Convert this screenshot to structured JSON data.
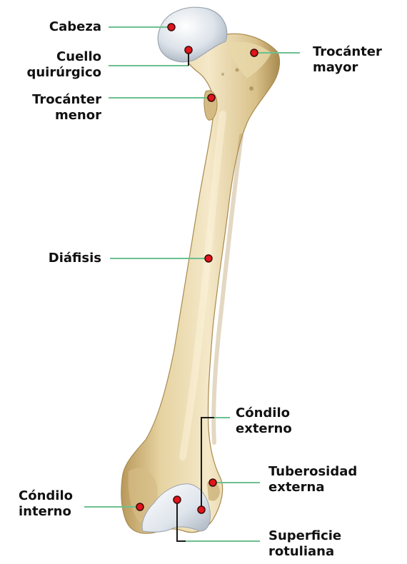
{
  "colors": {
    "leader": "#6cc08f",
    "leader_dark": "#1a1a1a",
    "dot": "#e3141b",
    "dot_stroke": "#3a0a0a",
    "bone_light": "#f3e6c3",
    "bone_mid": "#dcc690",
    "bone_dark": "#b89a5c",
    "cartilage": "#dfe6ee"
  },
  "labels": {
    "cabeza": "Cabeza",
    "cuello_1": "Cuello",
    "cuello_2": "quirúrgico",
    "trocanter_menor_1": "Trocánter",
    "trocanter_menor_2": "menor",
    "trocanter_mayor_1": "Trocánter",
    "trocanter_mayor_2": "mayor",
    "diafisis": "Diáfisis",
    "condilo_externo_1": "Cóndilo",
    "condilo_externo_2": "externo",
    "tuberosidad_1": "Tuberosidad",
    "tuberosidad_2": "externa",
    "condilo_interno_1": "Cóndilo",
    "condilo_interno_2": "interno",
    "superficie_1": "Superficie",
    "superficie_2": "rotuliana"
  }
}
